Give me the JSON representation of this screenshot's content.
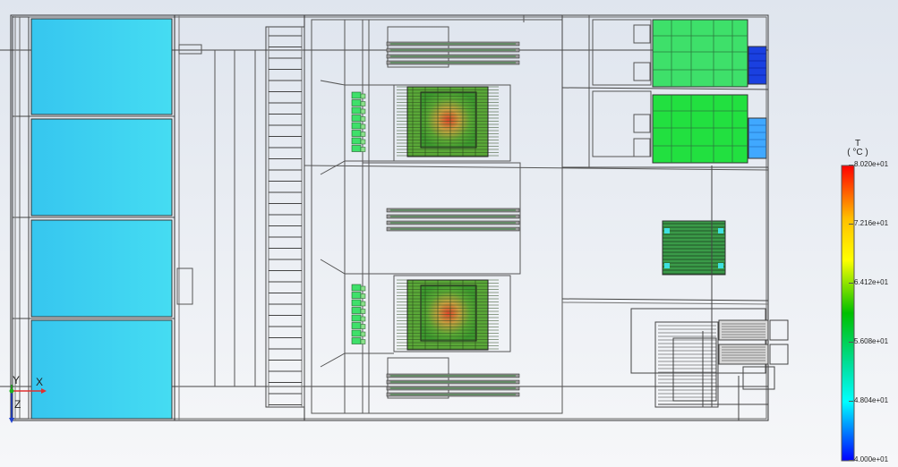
{
  "legend": {
    "quantity": "T",
    "unit": "( °C )",
    "ticks": [
      "8.020e+01",
      "7.216e+01",
      "6.412e+01",
      "5.608e+01",
      "4.804e+01",
      "4.000e+01"
    ],
    "colors": [
      "#ff0000",
      "#ffbf00",
      "#ffff00",
      "#00c000",
      "#00ffff",
      "#0000ff"
    ]
  },
  "triad": {
    "y_label": "Y",
    "x_label": "X",
    "z_label": "Z",
    "x_color": "#e03030",
    "y_color": "#20b020",
    "z_color": "#2040d0"
  },
  "colors": {
    "wireframe": "#333333",
    "psu_fill": "#3ad4f0",
    "psu_fill_dark": "#2bb6e6",
    "hot_core": "#d9472a",
    "warm": "#8bc34a",
    "green_module": "#3ee06a",
    "green_module_2": "#22e040",
    "blue_strip": "#1a40e0",
    "cyan_strip": "#40a8ff"
  }
}
